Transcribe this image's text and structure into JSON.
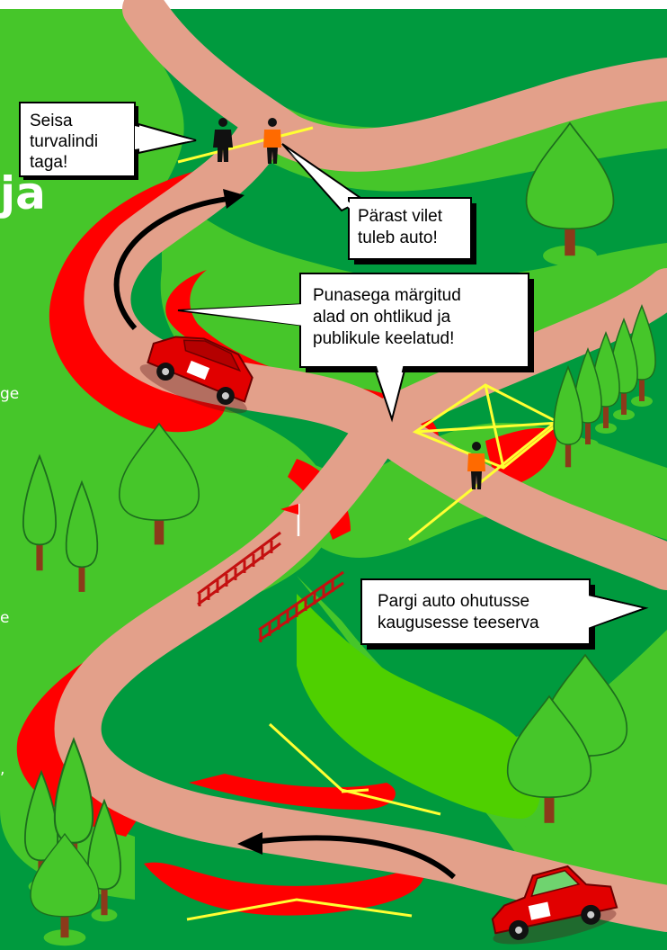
{
  "callouts": {
    "stand_behind_tape": [
      "Seisa",
      "turvalindi",
      "taga!"
    ],
    "car_after_whistle": [
      "Pärast vilet",
      "tuleb auto!"
    ],
    "red_areas_forbidden": [
      "Punasega märgitud",
      "alad on ohtlikud ja",
      "publikule keelatud!"
    ],
    "park_car_safely": [
      "Pargi auto ohutusse",
      "kaugusesse teeserva"
    ]
  },
  "side_fragments": {
    "heading_fragment": "ja",
    "frag_1": "ge",
    "frag_2": "e",
    "frag_3": ","
  },
  "colors": {
    "forest": "#009a3e",
    "grass_light": "#46c62a",
    "road": "#e3a08a",
    "danger": "#ff0000",
    "tape": "#ffff33",
    "car": "#e10000",
    "marshal_vest": "#ff6a00"
  },
  "icons": [
    "tree-icon",
    "car-icon",
    "person-icon",
    "marshal-icon",
    "flag-icon",
    "fence-icon",
    "arrow-icon"
  ]
}
